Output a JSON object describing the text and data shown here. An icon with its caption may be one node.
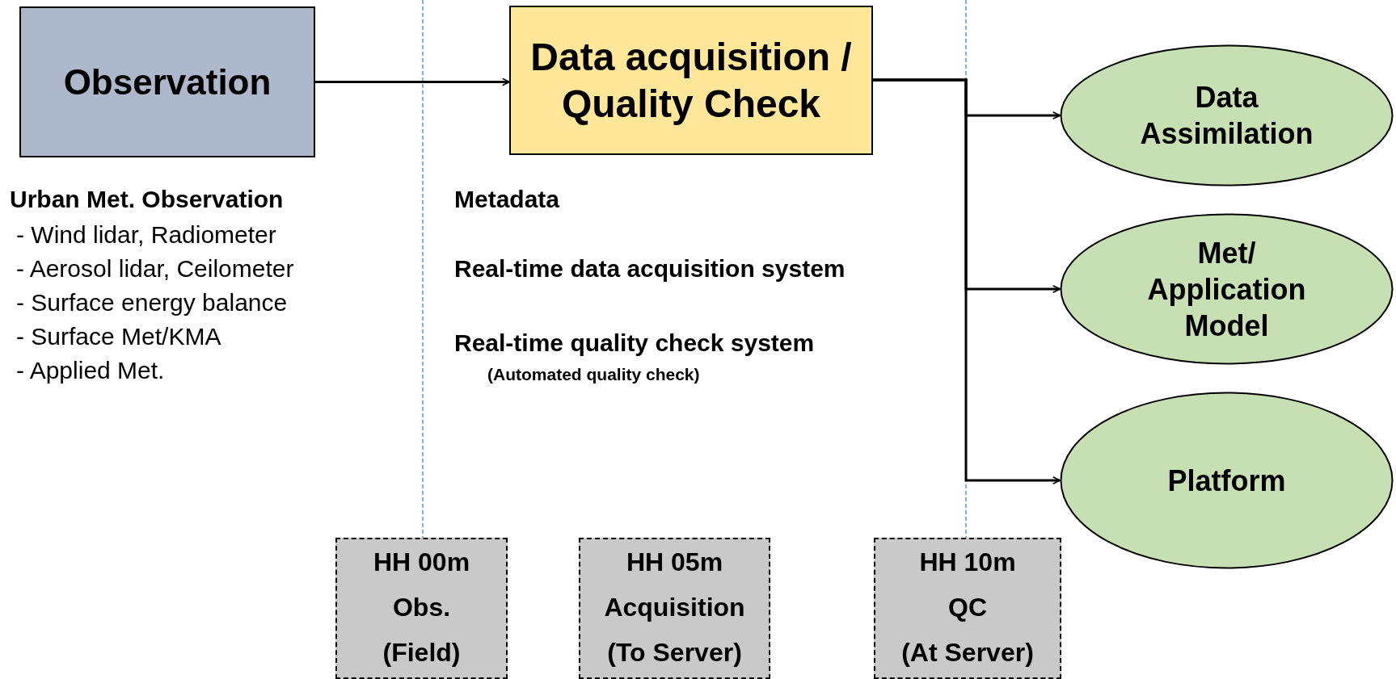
{
  "diagram": {
    "nodes": [
      {
        "text": [
          "Observation"
        ]
      },
      {
        "text": [
          "Data acquisition / Quality Check"
        ]
      },
      {
        "text": [
          "Data Assimilation"
        ]
      },
      {
        "text": [
          "Met/ Application Model"
        ]
      },
      {
        "text": [
          "Platform"
        ]
      },
      {
        "text": [
          "HH 00m",
          "Obs.",
          "(Field)"
        ]
      },
      {
        "text": [
          "HH 05m",
          "Acquisition",
          "(To Server)"
        ]
      },
      {
        "text": [
          "HH 10m",
          "QC",
          "(At Server)"
        ]
      }
    ],
    "edges": [
      {
        "from": 0,
        "to": 1,
        "arrow": "to"
      },
      {
        "from": 1,
        "to": 2,
        "arrow": "to"
      },
      {
        "from": 1,
        "to": 3,
        "arrow": "to"
      },
      {
        "from": 1,
        "to": 4,
        "arrow": "to"
      }
    ],
    "labels": [
      "Urban Met. Observation",
      "- Wind lidar, Radiometer",
      "- Aerosol lidar, Ceilometer",
      "- Surface energy balance",
      "- Surface Met/KMA",
      "- Applied Met.",
      "Metadata",
      "Real-time data acquisition system",
      "Real-time quality check system",
      "(Automated quality check)"
    ]
  }
}
